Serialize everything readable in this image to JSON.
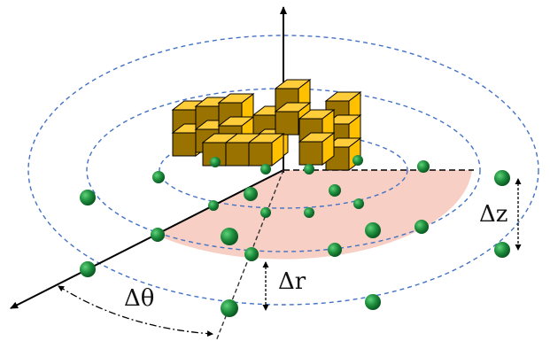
{
  "labels": {
    "delta_theta": "Δθ",
    "delta_r": "Δr",
    "delta_z": "Δz"
  },
  "colors": {
    "ring": "#4472c4",
    "sector_fill": "#f8cfc4",
    "cube_top": "#ffcc3a",
    "cube_front": "#ffc000",
    "cube_side": "#9a7200",
    "point": "#1f8f3e",
    "axis": "#000000"
  }
}
